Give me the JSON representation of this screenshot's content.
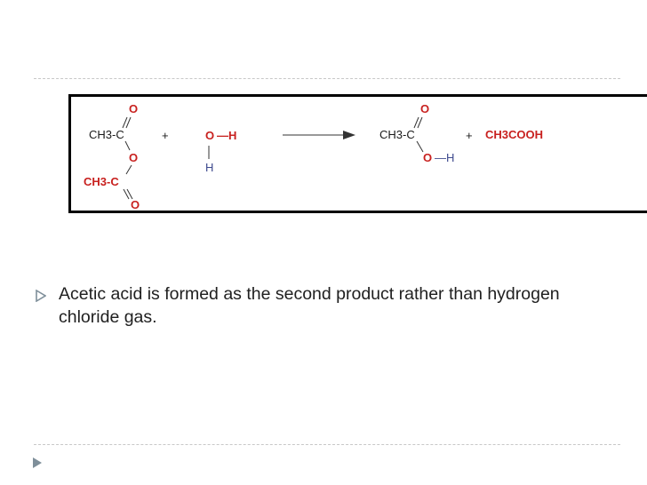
{
  "diagram": {
    "reactant1": {
      "top_o": "O",
      "upper_group": "CH3-C",
      "bridge_o": "O",
      "lower_group": "CH3-C",
      "bottom_o": "O"
    },
    "plus1": "+",
    "water": {
      "o": "O",
      "h_right": "—H",
      "h_bottom": "H"
    },
    "product1": {
      "top_o": "O",
      "group": "CH3-C",
      "oh_o": "O",
      "oh_h": "—H"
    },
    "plus2": "+",
    "product2": "CH3COOH"
  },
  "slide": {
    "bullet_text": "Acetic acid is formed as the second product rather than hydrogen chloride gas."
  },
  "colors": {
    "accent_red": "#c8211f",
    "accent_blue": "#3e4a8e",
    "bullet": "#7f8f9a"
  }
}
